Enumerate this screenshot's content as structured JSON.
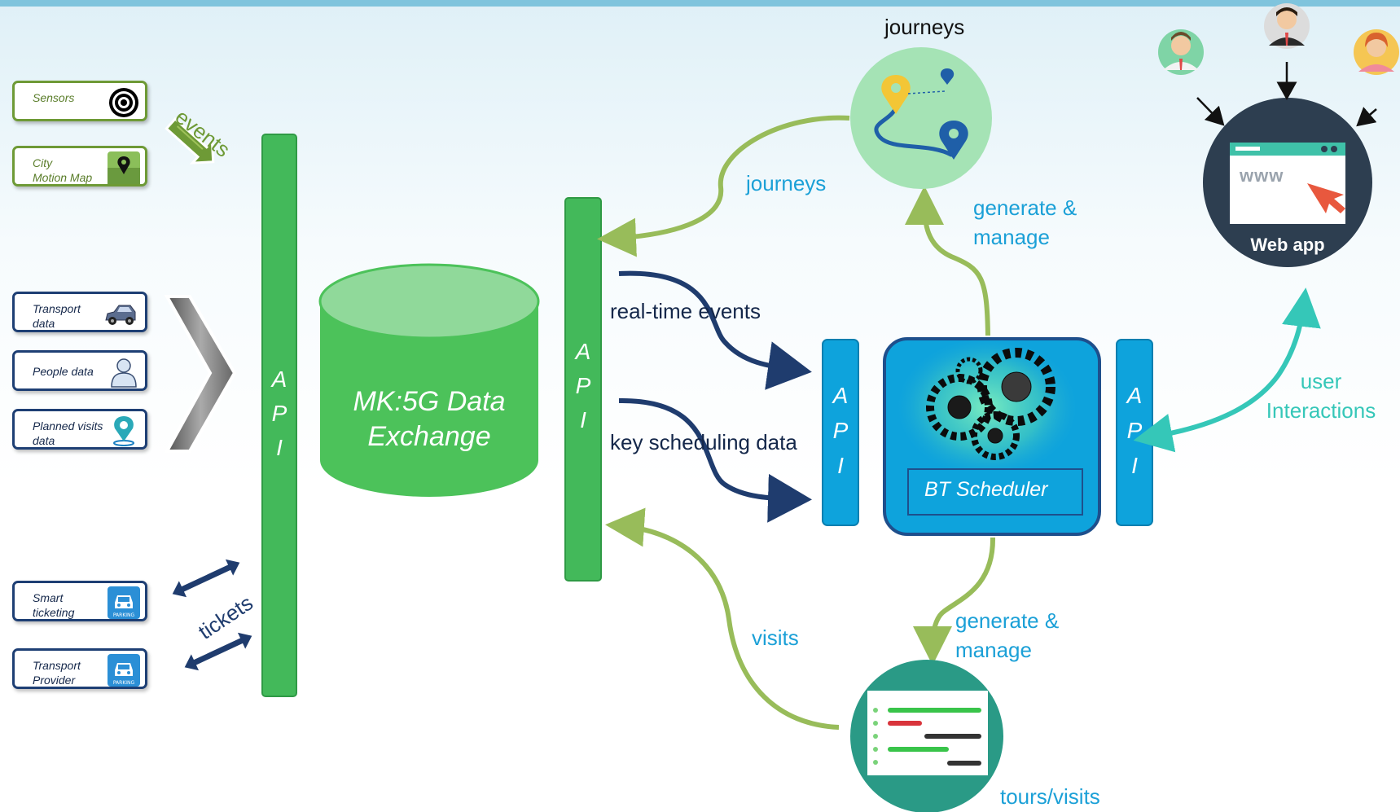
{
  "labels": {
    "events": "events",
    "tickets": "tickets",
    "api_left": [
      "A",
      "P",
      "I"
    ],
    "api_mid": [
      "A",
      "P",
      "I"
    ],
    "api_sched_left": [
      "A",
      "P",
      "I"
    ],
    "api_sched_right": [
      "A",
      "P",
      "I"
    ],
    "exchange_line1": "MK:5G Data",
    "exchange_line2": "Exchange",
    "journeys_title": "journeys",
    "journeys_flow": "journeys",
    "generate_manage_top": "generate &\nmanage",
    "realtime_events": "real-time events",
    "key_scheduling": "key scheduling data",
    "scheduler": "BT Scheduler",
    "web_app": "Web app",
    "www": "www",
    "user_interactions": "user\nInteractions",
    "visits": "visits",
    "generate_manage_bottom": "generate &\nmanage",
    "tours_visits": "tours/visits"
  },
  "sources": [
    {
      "label": "Sensors",
      "style": "green",
      "icon": "target-icon"
    },
    {
      "label": "City\nMotion Map",
      "style": "green",
      "icon": "map-pin-icon"
    },
    {
      "label": "Transport\ndata",
      "style": "blue",
      "icon": "car-icon"
    },
    {
      "label": "People data",
      "style": "blue",
      "icon": "person-icon"
    },
    {
      "label": "Planned visits\ndata",
      "style": "blue",
      "icon": "location-pin-icon"
    },
    {
      "label": "Smart\nticketing",
      "style": "blue",
      "icon": "parking-icon"
    },
    {
      "label": "Transport\nProvider",
      "style": "blue",
      "icon": "parking-icon"
    }
  ],
  "parking_text": "PARKING",
  "colors": {
    "api_green": "#43b95a",
    "db_green": "#4cc25a",
    "db_top": "#90d99a",
    "api_blue": "#0ea3dc",
    "flow_green": "#98bc5a",
    "flow_navy": "#1f3c6e",
    "teal_arrow": "#35c7b8",
    "text_teal": "#1ba0d7",
    "journeys_circle": "#a5e3b5",
    "webapp_circle": "#2d3e50",
    "tours_circle": "#2a9a86"
  }
}
